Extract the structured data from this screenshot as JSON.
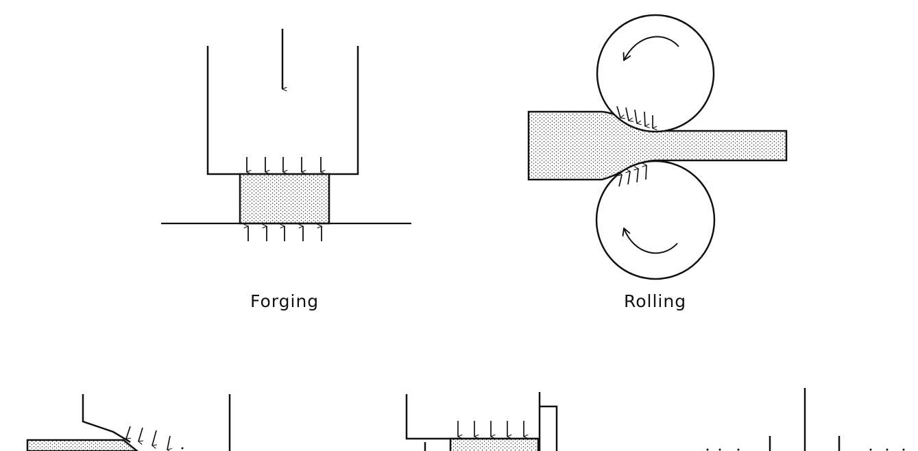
{
  "diagram": {
    "panels": [
      {
        "id": "forging",
        "caption": "Forging"
      },
      {
        "id": "rolling",
        "caption": "Rolling"
      },
      {
        "id": "panel-bottom-left",
        "caption": ""
      },
      {
        "id": "panel-bottom-middle",
        "caption": ""
      },
      {
        "id": "panel-bottom-right",
        "caption": ""
      }
    ],
    "colors": {
      "ink": "#111111",
      "background": "#ffffff",
      "workpiece_dots": "#333333"
    }
  }
}
